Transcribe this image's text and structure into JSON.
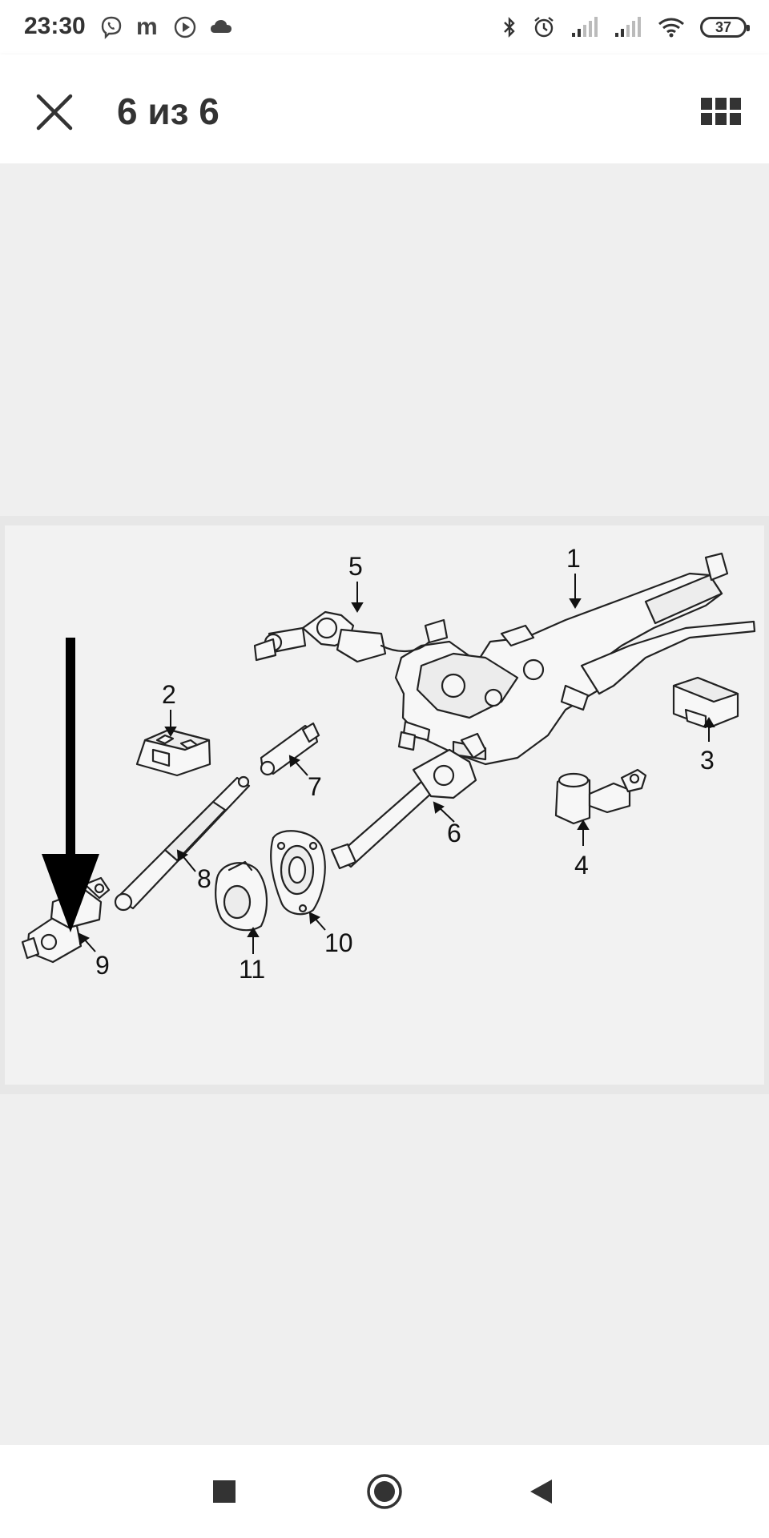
{
  "status_bar": {
    "time": "23:30",
    "battery": "37",
    "left_icons": [
      "viber-icon",
      "m-app-icon",
      "play-icon",
      "cloud-icon"
    ],
    "right_icons": [
      "bluetooth-icon",
      "alarm-icon",
      "signal-icon",
      "signal-icon",
      "wifi-icon",
      "battery-icon"
    ]
  },
  "app_bar": {
    "title": "6 из 6",
    "close_icon": "close-icon",
    "grid_icon": "grid-view-icon"
  },
  "diagram": {
    "callouts": [
      "1",
      "2",
      "3",
      "4",
      "5",
      "6",
      "7",
      "8",
      "9",
      "10",
      "11"
    ]
  },
  "nav_bar": {
    "icons": [
      "recents-square-icon",
      "home-circle-icon",
      "back-triangle-icon"
    ]
  },
  "colors": {
    "text": "#333333",
    "background": "#efefef",
    "bar": "#ffffff"
  }
}
